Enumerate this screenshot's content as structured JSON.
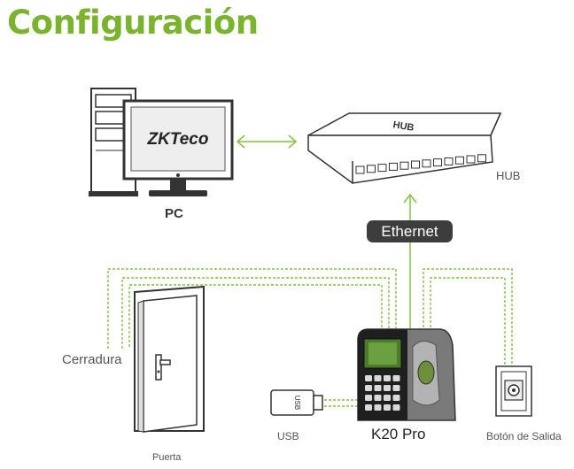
{
  "title": "Configuración",
  "labels": {
    "pc": "PC",
    "hub": "HUB",
    "hub_box": "HUB",
    "ethernet": "Ethernet",
    "lock": "Cerradura",
    "door": "Puerta",
    "usb": "USB",
    "usb_stick": "USB",
    "device": "K20 Pro",
    "exit_button": "Botón de Salida"
  },
  "logos": {
    "monitor": "ZKTeco"
  },
  "colors": {
    "accent": "#7ab32e",
    "line": "#86c341",
    "dark": "#3d3d3d"
  }
}
